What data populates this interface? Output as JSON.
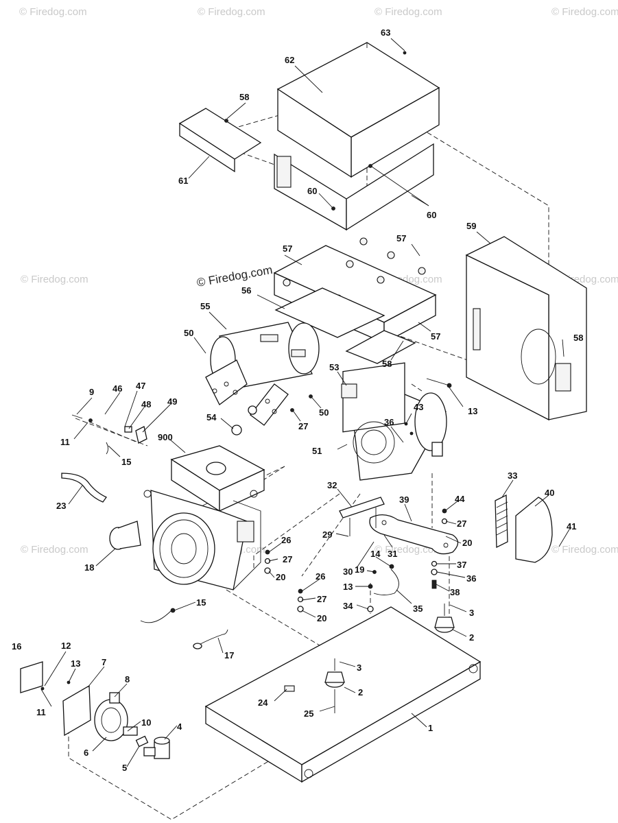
{
  "watermarks": {
    "text": "© Firedog.com",
    "main": "© Firedog.com"
  },
  "callouts": [
    {
      "id": "63",
      "label": "63"
    },
    {
      "id": "62",
      "label": "62"
    },
    {
      "id": "58a",
      "label": "58"
    },
    {
      "id": "61",
      "label": "61"
    },
    {
      "id": "60a",
      "label": "60"
    },
    {
      "id": "60b",
      "label": "60"
    },
    {
      "id": "59",
      "label": "59"
    },
    {
      "id": "57a",
      "label": "57"
    },
    {
      "id": "57b",
      "label": "57"
    },
    {
      "id": "57c",
      "label": "57"
    },
    {
      "id": "56",
      "label": "56"
    },
    {
      "id": "55",
      "label": "55"
    },
    {
      "id": "50a",
      "label": "50"
    },
    {
      "id": "50b",
      "label": "50"
    },
    {
      "id": "58b",
      "label": "58"
    },
    {
      "id": "58c",
      "label": "58"
    },
    {
      "id": "53",
      "label": "53"
    },
    {
      "id": "13a",
      "label": "13"
    },
    {
      "id": "9",
      "label": "9"
    },
    {
      "id": "46",
      "label": "46"
    },
    {
      "id": "47",
      "label": "47"
    },
    {
      "id": "48",
      "label": "48"
    },
    {
      "id": "49",
      "label": "49"
    },
    {
      "id": "11a",
      "label": "11"
    },
    {
      "id": "15a",
      "label": "15"
    },
    {
      "id": "54",
      "label": "54"
    },
    {
      "id": "27a",
      "label": "27"
    },
    {
      "id": "43",
      "label": "43"
    },
    {
      "id": "36a",
      "label": "36"
    },
    {
      "id": "51",
      "label": "51"
    },
    {
      "id": "900",
      "label": "900"
    },
    {
      "id": "23",
      "label": "23"
    },
    {
      "id": "18",
      "label": "18"
    },
    {
      "id": "32",
      "label": "32"
    },
    {
      "id": "39",
      "label": "39"
    },
    {
      "id": "33",
      "label": "33"
    },
    {
      "id": "40",
      "label": "40"
    },
    {
      "id": "44",
      "label": "44"
    },
    {
      "id": "27b",
      "label": "27"
    },
    {
      "id": "20a",
      "label": "20"
    },
    {
      "id": "41",
      "label": "41"
    },
    {
      "id": "29",
      "label": "29"
    },
    {
      "id": "30",
      "label": "30"
    },
    {
      "id": "31",
      "label": "31"
    },
    {
      "id": "26a",
      "label": "26"
    },
    {
      "id": "27c",
      "label": "27"
    },
    {
      "id": "20b",
      "label": "20"
    },
    {
      "id": "14",
      "label": "14"
    },
    {
      "id": "19",
      "label": "19"
    },
    {
      "id": "37",
      "label": "37"
    },
    {
      "id": "36b",
      "label": "36"
    },
    {
      "id": "38",
      "label": "38"
    },
    {
      "id": "26b",
      "label": "26"
    },
    {
      "id": "27d",
      "label": "27"
    },
    {
      "id": "20c",
      "label": "20"
    },
    {
      "id": "13b",
      "label": "13"
    },
    {
      "id": "35",
      "label": "35"
    },
    {
      "id": "34",
      "label": "34"
    },
    {
      "id": "3a",
      "label": "3"
    },
    {
      "id": "2a",
      "label": "2"
    },
    {
      "id": "15b",
      "label": "15"
    },
    {
      "id": "17",
      "label": "17"
    },
    {
      "id": "16",
      "label": "16"
    },
    {
      "id": "12",
      "label": "12"
    },
    {
      "id": "13c",
      "label": "13"
    },
    {
      "id": "7",
      "label": "7"
    },
    {
      "id": "8",
      "label": "8"
    },
    {
      "id": "11b",
      "label": "11"
    },
    {
      "id": "3b",
      "label": "3"
    },
    {
      "id": "2b",
      "label": "2"
    },
    {
      "id": "24",
      "label": "24"
    },
    {
      "id": "25",
      "label": "25"
    },
    {
      "id": "1",
      "label": "1"
    },
    {
      "id": "10",
      "label": "10"
    },
    {
      "id": "4",
      "label": "4"
    },
    {
      "id": "6",
      "label": "6"
    },
    {
      "id": "5",
      "label": "5"
    }
  ]
}
